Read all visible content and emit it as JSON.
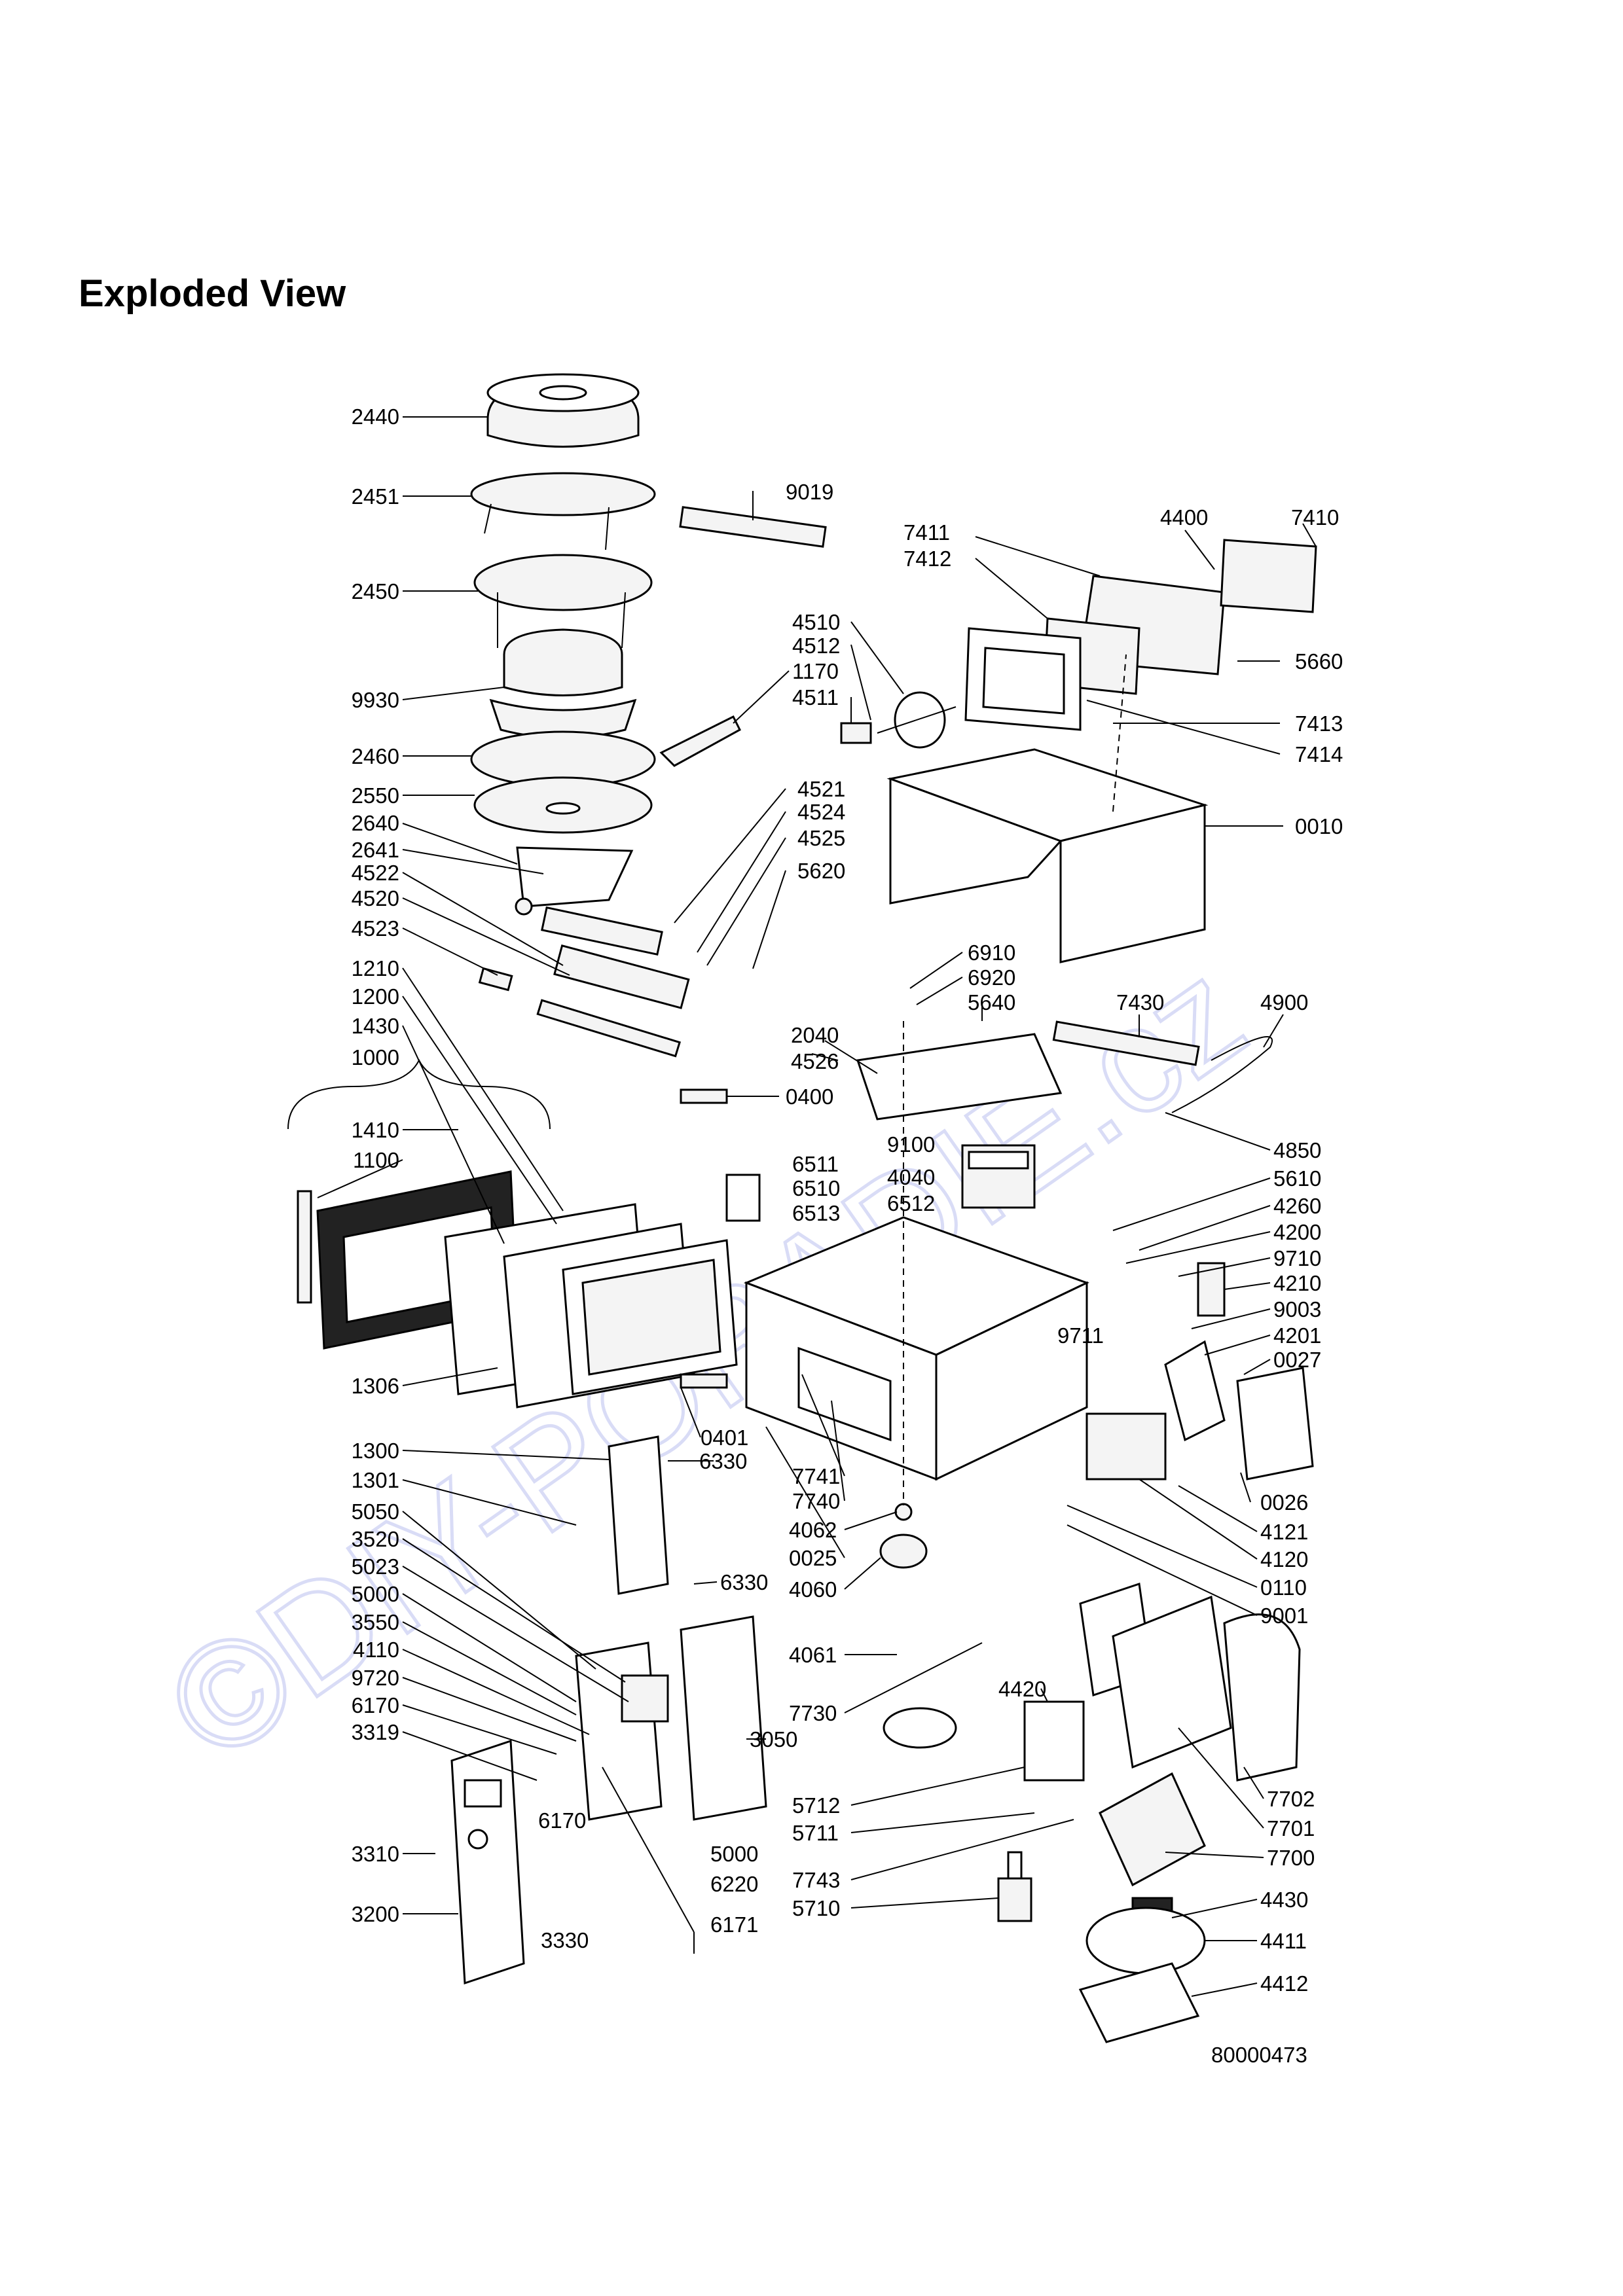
{
  "page": {
    "title": "Exploded View"
  },
  "watermark": "©DIY-PORADIE.cz",
  "drawing_number": "80000473",
  "callouts": {
    "p2440": "2440",
    "p2451": "2451",
    "p2450": "2450",
    "p9930": "9930",
    "p2460": "2460",
    "p2550": "2550",
    "p2640": "2640",
    "p2641": "2641",
    "p4522": "4522",
    "p4520": "4520",
    "p4523": "4523",
    "p1210": "1210",
    "p1200": "1200",
    "p1430": "1430",
    "p1000": "1000",
    "p1410": "1410",
    "p1100": "1100",
    "p1306": "1306",
    "p1300": "1300",
    "p1301": "1301",
    "p5050": "5050",
    "p3520": "3520",
    "p5023": "5023",
    "p5000a": "5000",
    "p3550": "3550",
    "p4110": "4110",
    "p9720": "9720",
    "p6170a": "6170",
    "p3319": "3319",
    "p3310": "3310",
    "p3200": "3200",
    "p3330": "3330",
    "p6170b": "6170",
    "p5000b": "5000",
    "p6220": "6220",
    "p6171": "6171",
    "p3050": "3050",
    "p6330a": "6330",
    "p6330b": "6330",
    "p0401": "0401",
    "p0400": "0400",
    "p6511": "6511",
    "p6510": "6510",
    "p6513": "6513",
    "p6512": "6512",
    "p9100": "9100",
    "p4040": "4040",
    "p2040": "2040",
    "p4526": "4526",
    "p6910": "6910",
    "p6920": "6920",
    "p5640": "5640",
    "p7430": "7430",
    "p4900": "4900",
    "p4850": "4850",
    "p5610": "5610",
    "p4260": "4260",
    "p4200": "4200",
    "p9710": "9710",
    "p4210": "4210",
    "p9003": "9003",
    "p4201": "4201",
    "p9711": "9711",
    "p0027": "0027",
    "p0026": "0026",
    "p4121": "4121",
    "p4120": "4120",
    "p0110": "0110",
    "p9001": "9001",
    "p7741": "7741",
    "p7740": "7740",
    "p4062": "4062",
    "p0025": "0025",
    "p4060": "4060",
    "p4061": "4061",
    "p7730": "7730",
    "p4420": "4420",
    "p5712": "5712",
    "p5711": "5711",
    "p7743": "7743",
    "p5710": "5710",
    "p7702": "7702",
    "p7701": "7701",
    "p7700": "7700",
    "p4430": "4430",
    "p4411": "4411",
    "p4412": "4412",
    "p9019": "9019",
    "p7411": "7411",
    "p7412": "7412",
    "p4400": "4400",
    "p7410": "7410",
    "p4510": "4510",
    "p4512": "4512",
    "p1170": "1170",
    "p4511": "4511",
    "p5660": "5660",
    "p7413": "7413",
    "p7414": "7414",
    "p0010": "0010",
    "p4521": "4521",
    "p4524": "4524",
    "p4525": "4525",
    "p5620": "5620"
  }
}
